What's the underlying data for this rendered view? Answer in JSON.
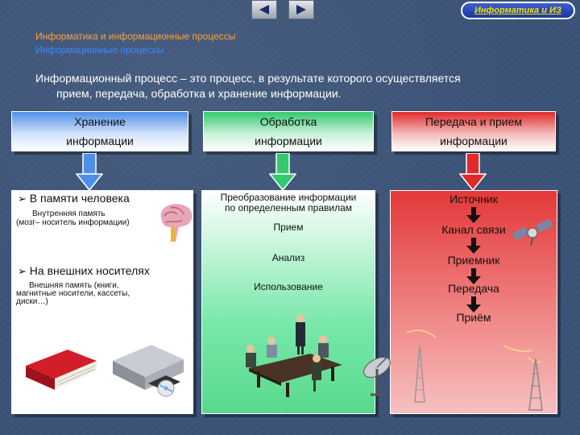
{
  "nav": {
    "prev_icon": "triangle-left-icon",
    "next_icon": "triangle-right-icon",
    "pill_label": "Информатика и ИЗ"
  },
  "breadcrumb": {
    "line1": "Информатика и информационные процессы",
    "line2": "Информационные процессы"
  },
  "intro": {
    "line1": "Информационный процесс – это процесс, в результате которого осуществляется",
    "line2": "прием, передача, обработка и хранение информации."
  },
  "headers": [
    {
      "line1": "Хранение",
      "line2": "информации",
      "color": "#4f8fe8"
    },
    {
      "line1": "Обработка",
      "line2": "информации",
      "color": "#33c96d"
    },
    {
      "line1": "Передача и прием",
      "line2": "информации",
      "color": "#e02a2a"
    }
  ],
  "storage": {
    "human_title": "В памяти человека",
    "human_sub1": "Внутренняя память",
    "human_sub2": "(мозг– носитель информации)",
    "external_title": "На внешних носителях",
    "external_sub1": "Внешняя память (книги,",
    "external_sub2": "магнитные носители, кассеты,",
    "external_sub3": "диски…)"
  },
  "processing": {
    "step1a": "Преобразование информации",
    "step1b": "по определенным правилам",
    "step2": "Прием",
    "step3": "Анализ",
    "step4": "Использование"
  },
  "transfer": {
    "step1": "Источник",
    "step2": "Канал связи",
    "step3": "Приемник",
    "step4": "Передача",
    "step5": "Приём"
  }
}
